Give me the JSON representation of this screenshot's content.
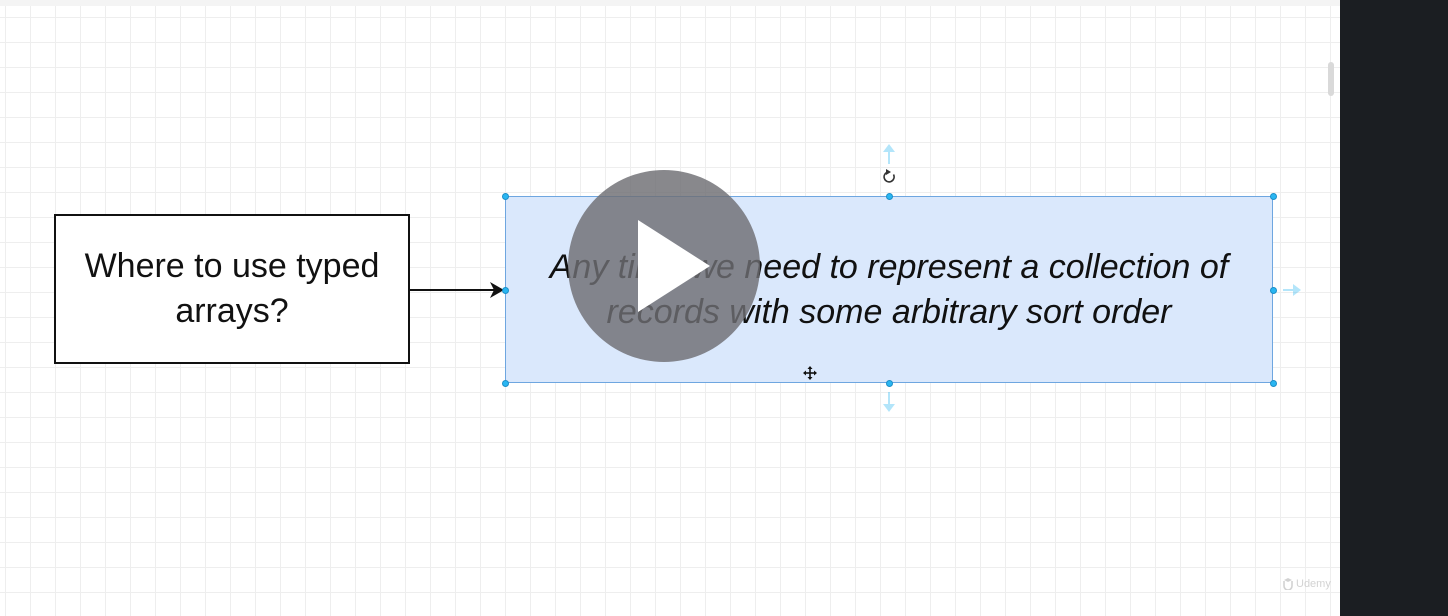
{
  "diagram": {
    "question_box": {
      "lines": [
        "Where to use typed",
        "arrays?"
      ]
    },
    "answer_box": {
      "lines": [
        "Any time we need to represent a collection of",
        "records with some arbitrary sort order"
      ],
      "fill_color": "#dae8fc",
      "stroke_color": "#6ea6e0"
    },
    "connector": {
      "type": "arrow",
      "color": "#111111"
    }
  },
  "player": {
    "play_button": {
      "icon": "play-icon"
    },
    "watermark": {
      "text": "Udemy",
      "icon": "udemy-logo-icon"
    }
  },
  "selection": {
    "handle_color": "#29b6f2"
  }
}
